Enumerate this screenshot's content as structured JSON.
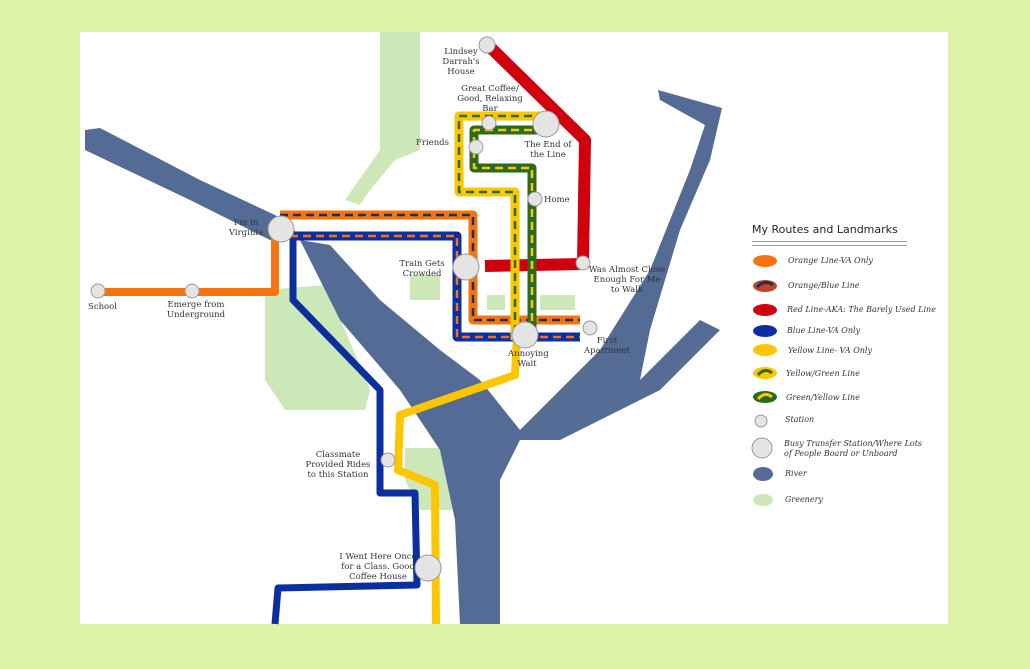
{
  "colors": {
    "background": "#dff4a9",
    "river": "#536b95",
    "greenery": "#cde8b8",
    "orange": "#f7730e",
    "blue": "#0b2fa0",
    "red": "#d0000e",
    "yellow": "#fcc600",
    "green": "#2c6a1f",
    "dash": "#1f2f5a",
    "station": "#e4e4e4"
  },
  "stations": [
    {
      "label": "Lindsey Darrah's House"
    },
    {
      "label": "Great Coffee/ Good, Relaxing Bar"
    },
    {
      "label": "Friends"
    },
    {
      "label": "The End of the Line"
    },
    {
      "label": "Home"
    },
    {
      "label": "I'm in Virginia"
    },
    {
      "label": "Train Gets Crowded"
    },
    {
      "label": "Was Almost Close Enough For Me to Walk"
    },
    {
      "label": "School"
    },
    {
      "label": "Emerge from Underground"
    },
    {
      "label": "First Apartment"
    },
    {
      "label": "Annoying Wait"
    },
    {
      "label": "Classmate Provided Rides to this Station"
    },
    {
      "label": "I Went Here Once for a Class. Good Coffee House"
    }
  ],
  "legend": {
    "title": "My Routes and Landmarks",
    "items": [
      {
        "label": "Orange Line-VA Only"
      },
      {
        "label": "Orange/Blue Line"
      },
      {
        "label": "Red Line-AKA: The Barely Used Line"
      },
      {
        "label": "Blue Line-VA Only"
      },
      {
        "label": "Yellow Line- VA Only"
      },
      {
        "label": "Yellow/Green Line"
      },
      {
        "label": "Green/Yellow Line"
      },
      {
        "label": "Station"
      },
      {
        "label": "Busy Transfer Station/Where Lots of People Board or Unboard"
      },
      {
        "label": "River"
      },
      {
        "label": "Greenery"
      }
    ]
  }
}
